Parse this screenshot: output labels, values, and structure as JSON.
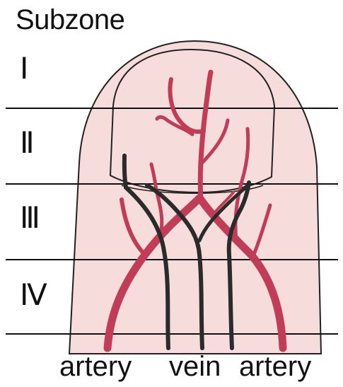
{
  "title": "Subzone",
  "subzones": [
    "Ⅰ",
    "Ⅱ",
    "Ⅲ",
    "Ⅳ"
  ],
  "bottom_labels": {
    "artery_left": "artery",
    "vein": "vein",
    "artery_right": "artery"
  },
  "colors": {
    "finger_fill": "#f7dcdc",
    "artery": "#c13d57",
    "vein": "#2b2b2b",
    "outline": "#222222"
  }
}
